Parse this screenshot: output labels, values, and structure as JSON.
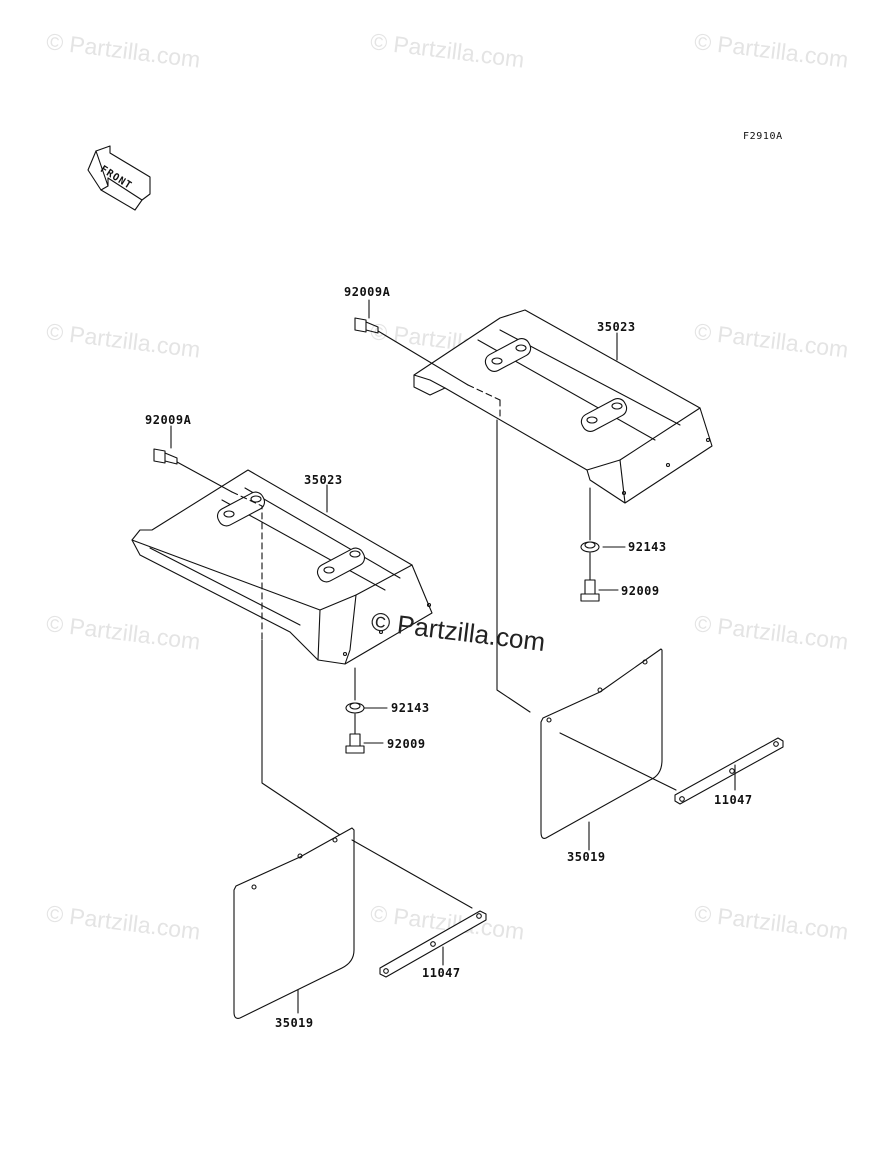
{
  "diagram": {
    "id": "F2910A",
    "front_label": "FRONT"
  },
  "watermark": {
    "text": "© Partzilla.com",
    "center_text": "© Partzilla.com"
  },
  "parts": {
    "upper_right": {
      "bolt_top": "92009A",
      "fender": "35023",
      "collar": "92143",
      "bolt_bottom": "92009",
      "mud_flap": "35019",
      "bracket": "11047"
    },
    "lower_left": {
      "bolt_top": "92009A",
      "fender": "35023",
      "collar": "92143",
      "bolt_bottom": "92009",
      "mud_flap": "35019",
      "bracket": "11047"
    }
  }
}
